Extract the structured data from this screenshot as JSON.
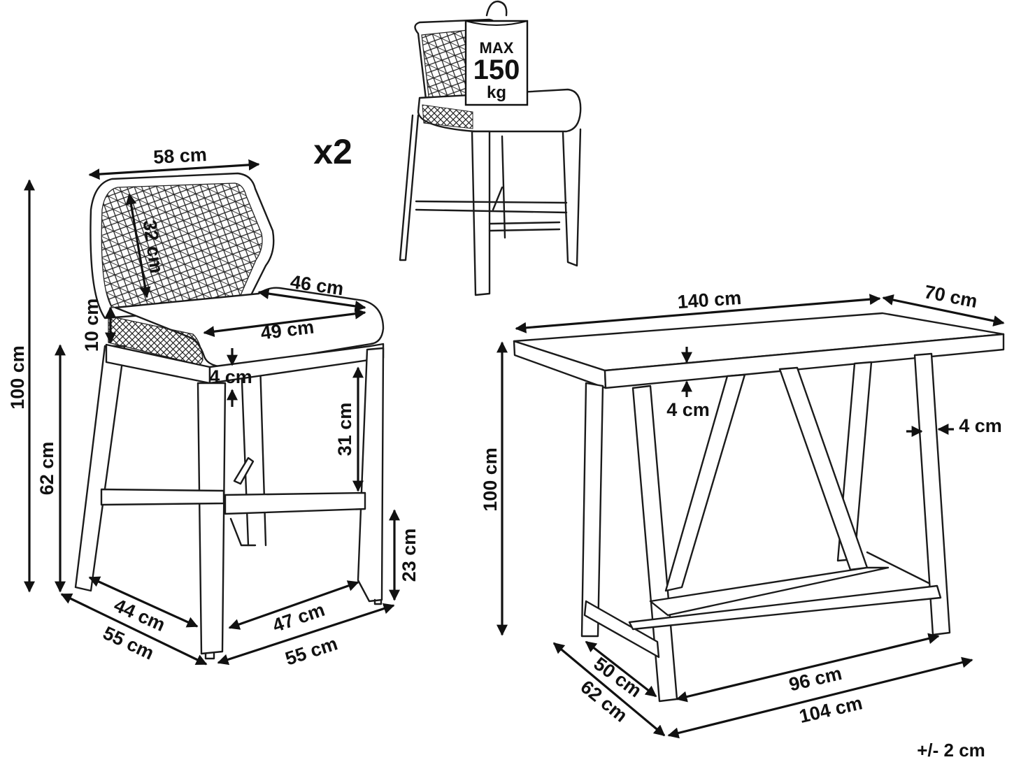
{
  "quantity": "x2",
  "max_load": {
    "line1": "MAX",
    "line2": "150",
    "line3": "kg"
  },
  "chair": {
    "width_top": "58 cm",
    "height_total": "100 cm",
    "backrest_height": "32 cm",
    "seat_depth": "46 cm",
    "seat_width": "49 cm",
    "armrest_height": "10 cm",
    "seat_thickness": "4 cm",
    "seat_height": "62 cm",
    "seat_to_footrest": "31 cm",
    "footrest_height": "23 cm",
    "footrest_depth": "44 cm",
    "base_depth": "55 cm",
    "footrest_width": "47 cm",
    "base_width": "55 cm"
  },
  "table": {
    "length": "140 cm",
    "depth": "70 cm",
    "top_thickness": "4 cm",
    "leg_thickness": "4 cm",
    "height": "100 cm",
    "inner_depth": "50 cm",
    "outer_depth": "62 cm",
    "inner_width": "96 cm",
    "outer_width": "104 cm"
  },
  "tolerance": "+/- 2 cm"
}
